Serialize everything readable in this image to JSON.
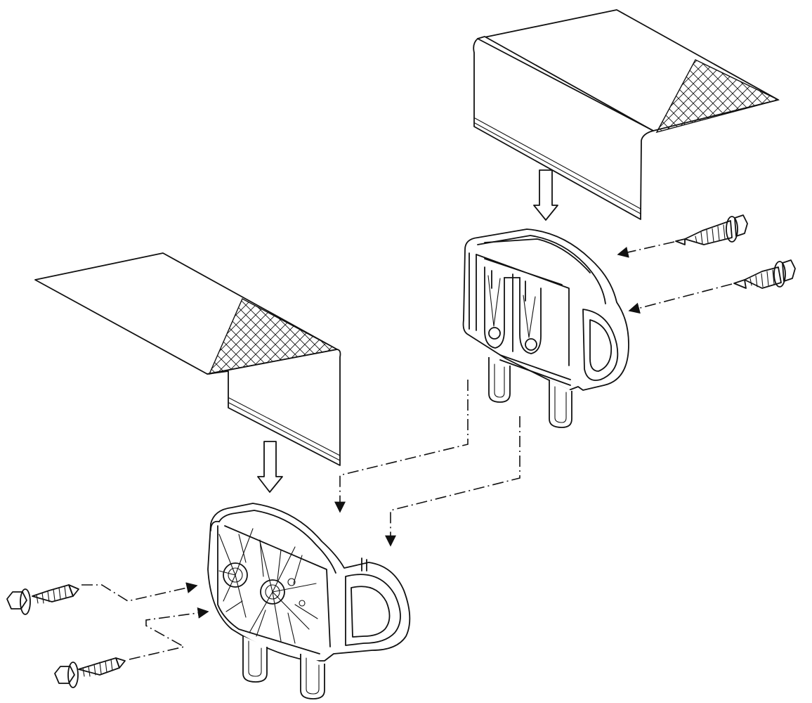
{
  "figure": {
    "kind": "exploded-assembly-illustration",
    "ink_color": "#111111",
    "background_color": "#ffffff"
  },
  "parts": [
    {
      "id": "upper-fabric-panel",
      "label": ""
    },
    {
      "id": "lower-fabric-panel",
      "label": ""
    },
    {
      "id": "upper-bracket",
      "label": ""
    },
    {
      "id": "lower-bracket",
      "label": ""
    },
    {
      "id": "screw-1",
      "label": ""
    },
    {
      "id": "screw-2",
      "label": ""
    },
    {
      "id": "screw-3",
      "label": ""
    },
    {
      "id": "screw-4",
      "label": ""
    }
  ]
}
